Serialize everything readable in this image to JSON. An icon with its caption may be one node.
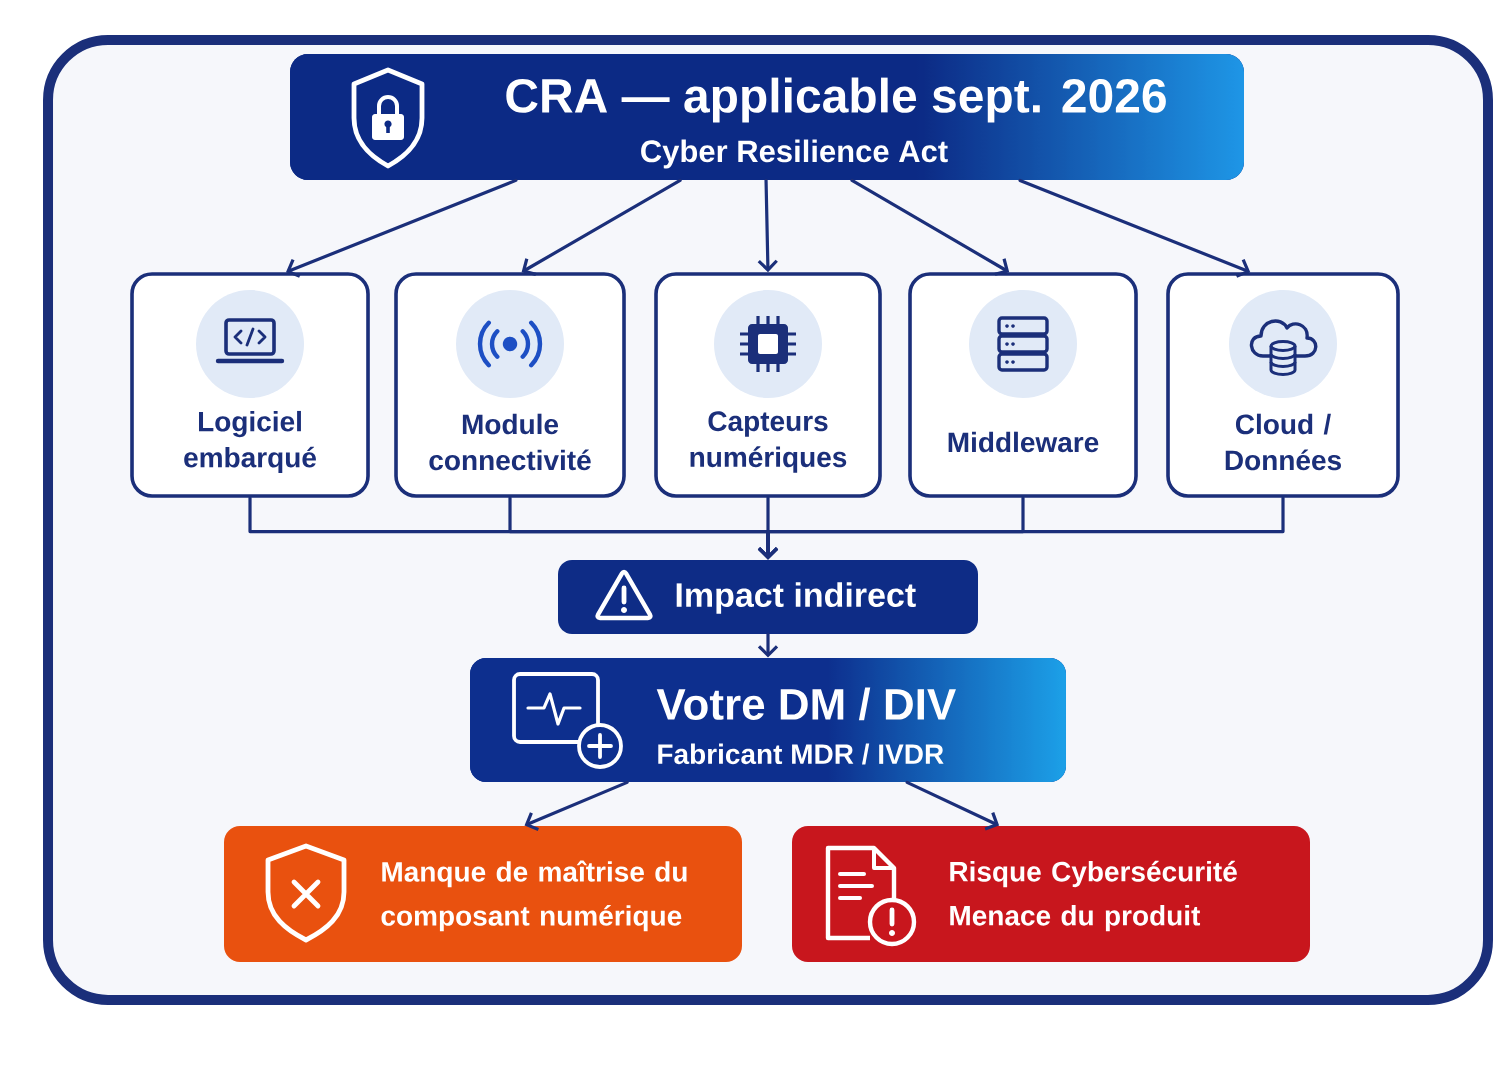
{
  "diagram": {
    "nodes": [
      {
        "text": [
          "CRA — applicable sept. 2026",
          "Cyber Resilience Act"
        ]
      },
      {
        "text": [
          "Logiciel embarqué"
        ]
      },
      {
        "text": [
          "Module connectivité"
        ]
      },
      {
        "text": [
          "Capteurs numériques"
        ]
      },
      {
        "text": [
          "Middleware"
        ]
      },
      {
        "text": [
          "Cloud / Données"
        ]
      },
      {
        "text": [
          "Impact indirect"
        ]
      },
      {
        "text": [
          "Votre DM / DIV",
          "Fabricant MDR / IVDR"
        ]
      },
      {
        "text": [
          "Manque de maîtrise du composant numérique"
        ]
      },
      {
        "text": [
          "Risque Cybersécurité Menace du produit"
        ]
      }
    ],
    "edges": [
      {
        "from": 0,
        "to": 1,
        "arrow": "to"
      },
      {
        "from": 0,
        "to": 2,
        "arrow": "to"
      },
      {
        "from": 0,
        "to": 3,
        "arrow": "to"
      },
      {
        "from": 0,
        "to": 4,
        "arrow": "to"
      },
      {
        "from": 0,
        "to": 5,
        "arrow": "to"
      },
      {
        "from": 1,
        "to": 6,
        "arrow": "to"
      },
      {
        "from": 2,
        "to": 6,
        "arrow": "to"
      },
      {
        "from": 3,
        "to": 6,
        "arrow": "to"
      },
      {
        "from": 4,
        "to": 6,
        "arrow": "to"
      },
      {
        "from": 5,
        "to": 6,
        "arrow": "to"
      },
      {
        "from": 6,
        "to": 7,
        "arrow": "to"
      },
      {
        "from": 7,
        "to": 8,
        "arrow": "to"
      },
      {
        "from": 7,
        "to": 9,
        "arrow": "to"
      }
    ]
  }
}
